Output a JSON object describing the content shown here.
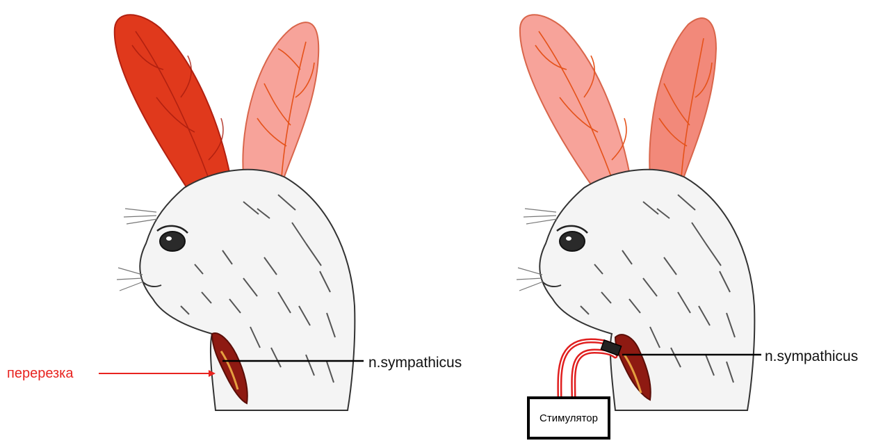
{
  "labels": {
    "cut": "перерезка",
    "nerve_left": "n.sympathicus",
    "nerve_right": "n.sympathicus",
    "stimulator": "Стимулятор"
  },
  "colors": {
    "dilated_ear": "#e0391c",
    "normal_ear": "#f7a39a",
    "ear_vein": "#e5521a",
    "fur": "#f4f4f4",
    "fur_stroke": "#555555",
    "wound": "#8e1a12",
    "wire": "#e01f1f",
    "cut_arrow": "#e8231f"
  }
}
